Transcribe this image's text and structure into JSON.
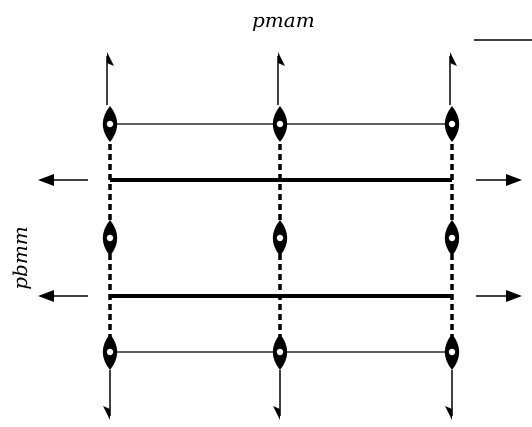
{
  "labels": {
    "top": "pmam",
    "side": "pbmm"
  },
  "grid": {
    "columns": 3,
    "rows": 3
  },
  "colors": {
    "ink": "#000000",
    "background": "#ffffff"
  },
  "icons": {
    "node": "glide-symmetry-node-icon",
    "arrow": "arrow-icon",
    "half_arrow": "half-arrow-icon"
  }
}
